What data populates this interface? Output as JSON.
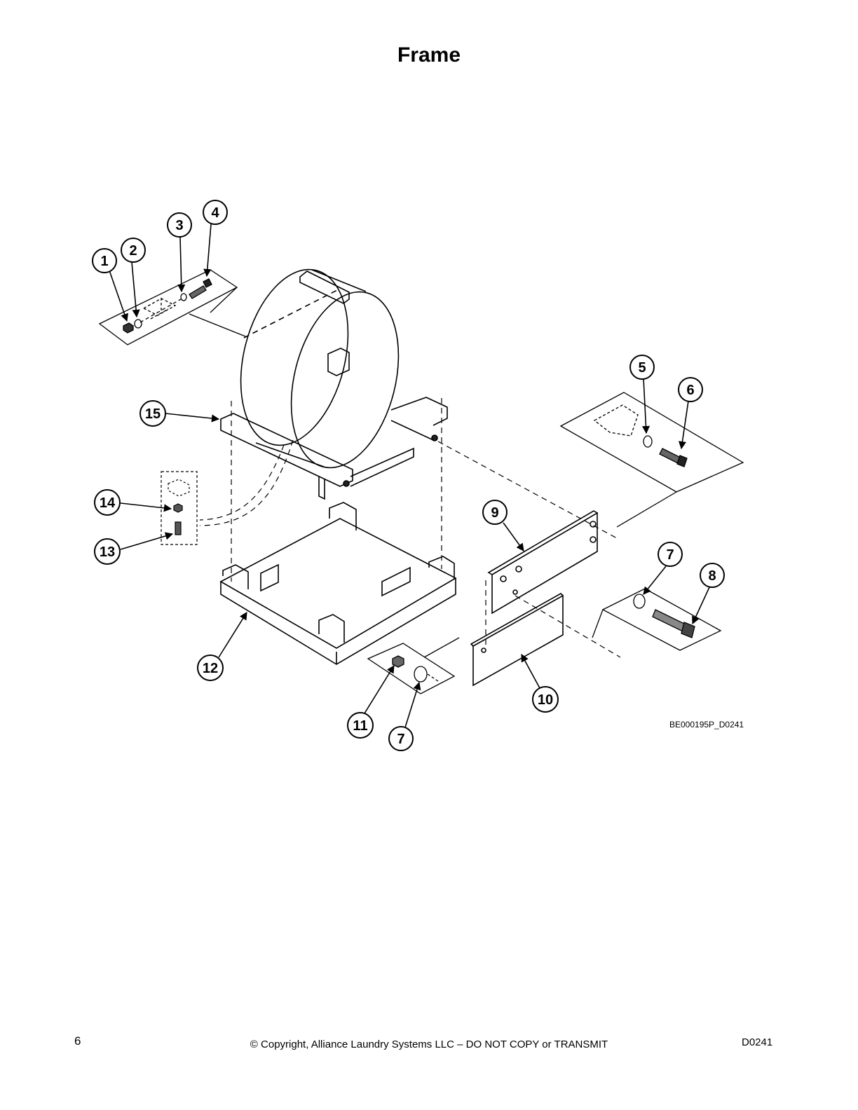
{
  "title": "Frame",
  "callouts": [
    {
      "id": "c1",
      "label": "1"
    },
    {
      "id": "c2",
      "label": "2"
    },
    {
      "id": "c3",
      "label": "3"
    },
    {
      "id": "c4",
      "label": "4"
    },
    {
      "id": "c5",
      "label": "5"
    },
    {
      "id": "c6",
      "label": "6"
    },
    {
      "id": "c7a",
      "label": "7"
    },
    {
      "id": "c7b",
      "label": "7"
    },
    {
      "id": "c8",
      "label": "8"
    },
    {
      "id": "c9",
      "label": "9"
    },
    {
      "id": "c10",
      "label": "10"
    },
    {
      "id": "c11",
      "label": "11"
    },
    {
      "id": "c12",
      "label": "12"
    },
    {
      "id": "c13",
      "label": "13"
    },
    {
      "id": "c14",
      "label": "14"
    },
    {
      "id": "c15",
      "label": "15"
    }
  ],
  "drawing_code": "BE000195P_D0241",
  "footer": {
    "page_number": "6",
    "copyright": "© Copyright, Alliance Laundry Systems LLC – DO NOT COPY or TRANSMIT",
    "doc_code": "D0241"
  }
}
